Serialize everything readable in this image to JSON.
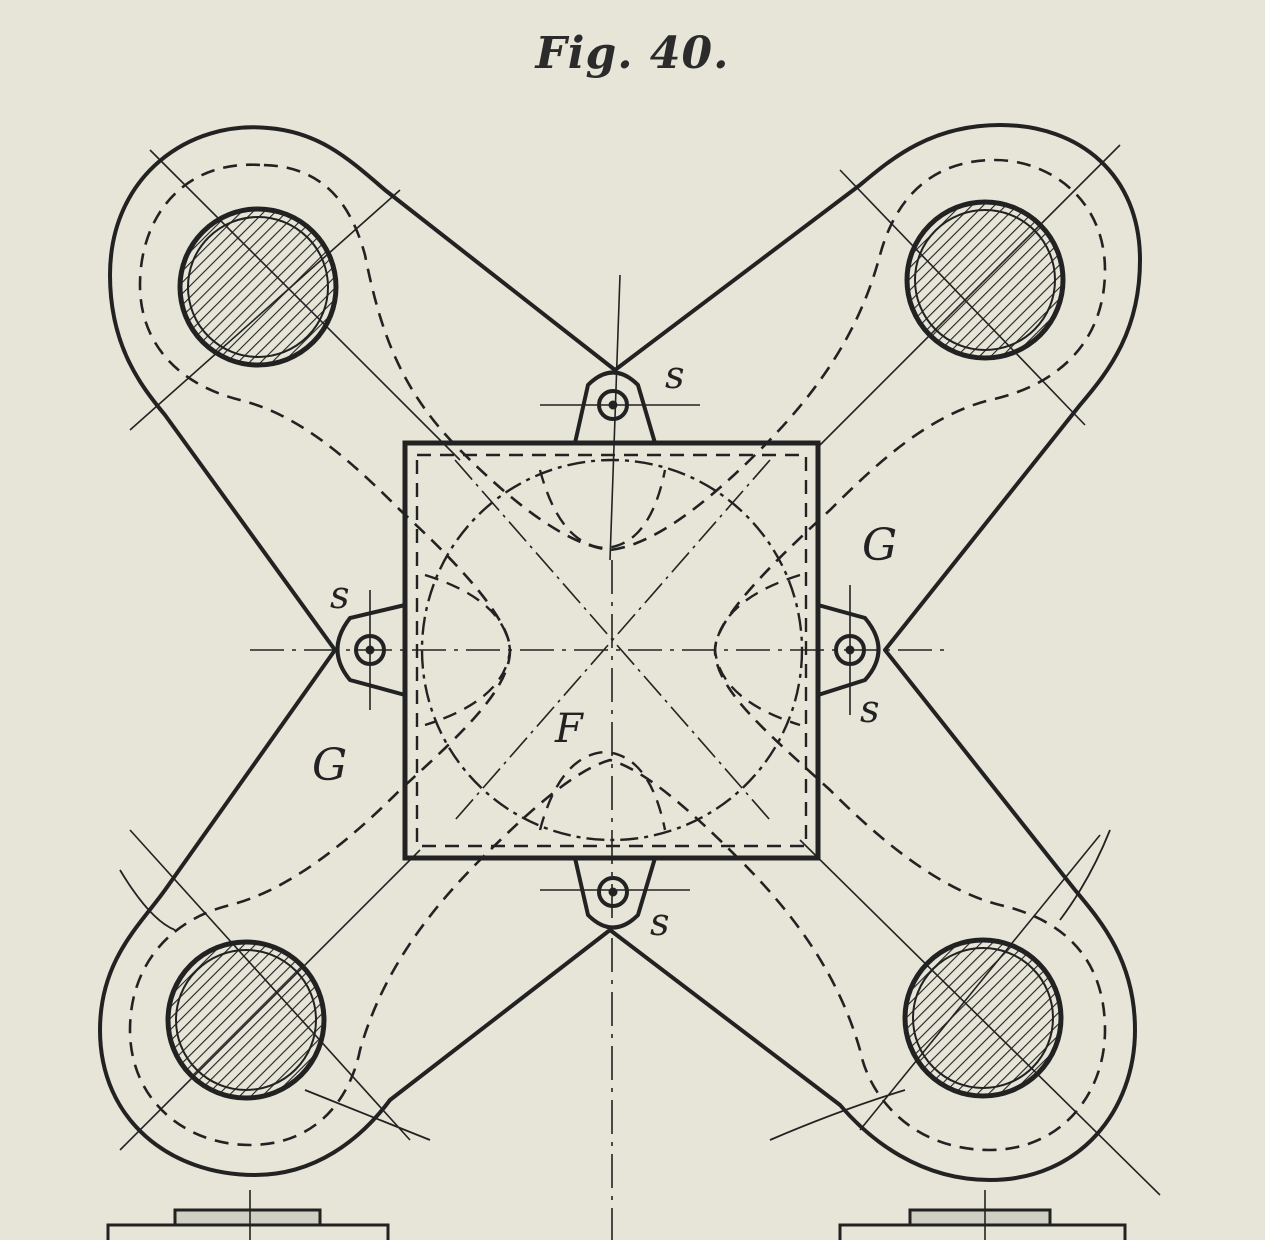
{
  "figure": {
    "title": "Fig. 40.",
    "labels": {
      "center": "F",
      "flange_right": "G",
      "flange_left": "G",
      "screw_top": "s",
      "screw_left": "s",
      "screw_right": "s",
      "screw_bottom": "s"
    },
    "colors": {
      "paper": "#e6e5d8",
      "ink": "#222222",
      "hatch_fill": "#cfcfc4"
    }
  }
}
